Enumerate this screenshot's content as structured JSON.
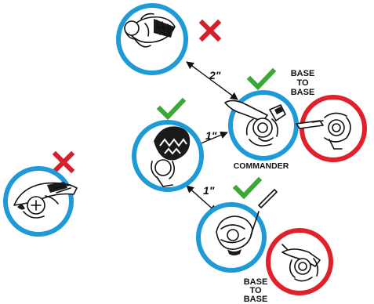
{
  "colors": {
    "ring_blue": "#1e9ad6",
    "ring_red": "#e0212b",
    "check_green": "#3aa935",
    "cross_red": "#d4202a",
    "ink": "#111111"
  },
  "labels": {
    "base_to_base_top": [
      "BASE",
      "TO",
      "BASE"
    ],
    "base_to_base_bottom": [
      "BASE",
      "TO",
      "BASE"
    ],
    "commander": "COMMANDER"
  },
  "measurements": {
    "top": "2\"",
    "middle": "1\"",
    "lower": "1\""
  },
  "icons": {
    "valid": "check-icon",
    "invalid": "cross-icon"
  },
  "models": [
    {
      "name": "top-model",
      "ring": "ring_blue",
      "status": "invalid"
    },
    {
      "name": "commander-model",
      "ring": "ring_blue",
      "status": "valid"
    },
    {
      "name": "enemy-model-right",
      "ring": "ring_red",
      "status": "none"
    },
    {
      "name": "left-model",
      "ring": "ring_blue",
      "status": "valid"
    },
    {
      "name": "far-left-model",
      "ring": "ring_blue",
      "status": "invalid"
    },
    {
      "name": "bottom-model",
      "ring": "ring_blue",
      "status": "valid"
    },
    {
      "name": "enemy-model-bottom",
      "ring": "ring_red",
      "status": "none"
    }
  ]
}
